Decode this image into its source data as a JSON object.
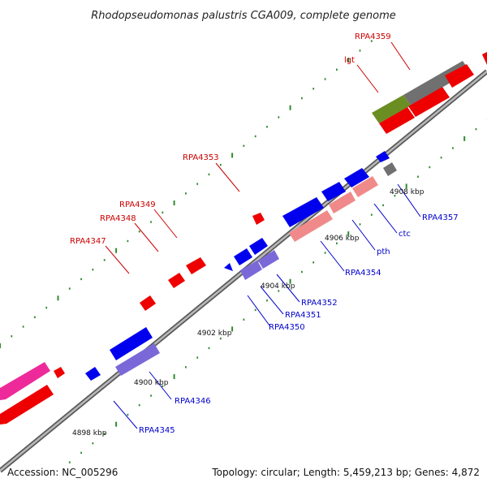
{
  "title": "Rhodopseudomonas palustris CGA009, complete genome",
  "footer": {
    "accession": "Accession: NC_005296",
    "stats": "Topology: circular; Length: 5,459,213 bp; Genes: 4,872"
  },
  "colors": {
    "backbone": "#8c8c8c",
    "red": "#ee0000",
    "blue": "#0000ee",
    "purple": "#7b68d8",
    "pink": "#f08a8a",
    "magenta": "#ee2a9a",
    "olive": "#6b8e23",
    "gray": "#707070",
    "tick_dot": "#2e8b2e",
    "top_label": "#cc0000",
    "bottom_label": "#0000cc"
  },
  "kbp_labels": [
    "4898 kbp",
    "4900 kbp",
    "4902 kbp",
    "4904 kbp",
    "4906 kbp",
    "4908 kbp"
  ],
  "top_labels": [
    "RPA4359",
    "lgt",
    "RPA4353",
    "RPA4349",
    "RPA4348",
    "RPA4347"
  ],
  "bottom_labels": [
    "RPA4357",
    "ctc",
    "pth",
    "RPA4354",
    "RPA4352",
    "RPA4351",
    "RPA4350",
    "RPA4346",
    "RPA4345"
  ]
}
